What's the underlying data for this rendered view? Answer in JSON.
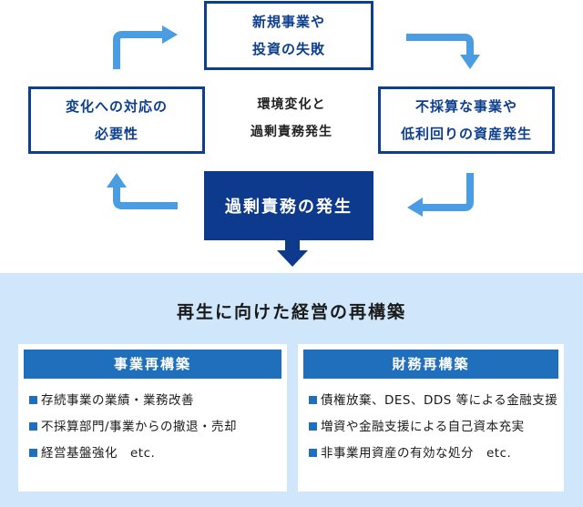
{
  "cycle": {
    "top_box": [
      "新規事業や",
      "投資の失敗"
    ],
    "right_box": [
      "不採算な事業や",
      "低利回りの資産発生"
    ],
    "left_box": [
      "変化への対応の",
      "必要性"
    ],
    "center_text": [
      "環境変化と",
      "過剰責務発生"
    ],
    "bottom_box": "過剰責務の発生"
  },
  "restructuring": {
    "title": "再生に向けた経営の再構築",
    "panels": [
      {
        "heading": "事業再構築",
        "items": [
          "存続事業の業績・業務改善",
          "不採算部門/事業からの撤退・売却",
          "経営基盤強化　etc."
        ]
      },
      {
        "heading": "財務再構築",
        "items": [
          "債権放棄、DES、DDS 等による金融支援",
          "増資や金融支援による自己資本充実",
          "非事業用資産の有効な処分　etc."
        ]
      }
    ]
  },
  "colors": {
    "box_border": "#0d3f8f",
    "dark_box": "#0d3a8c",
    "arrow": "#4a9ce3",
    "panel_head": "#1f6fbd",
    "lower_bg": "#cfe6fb"
  }
}
